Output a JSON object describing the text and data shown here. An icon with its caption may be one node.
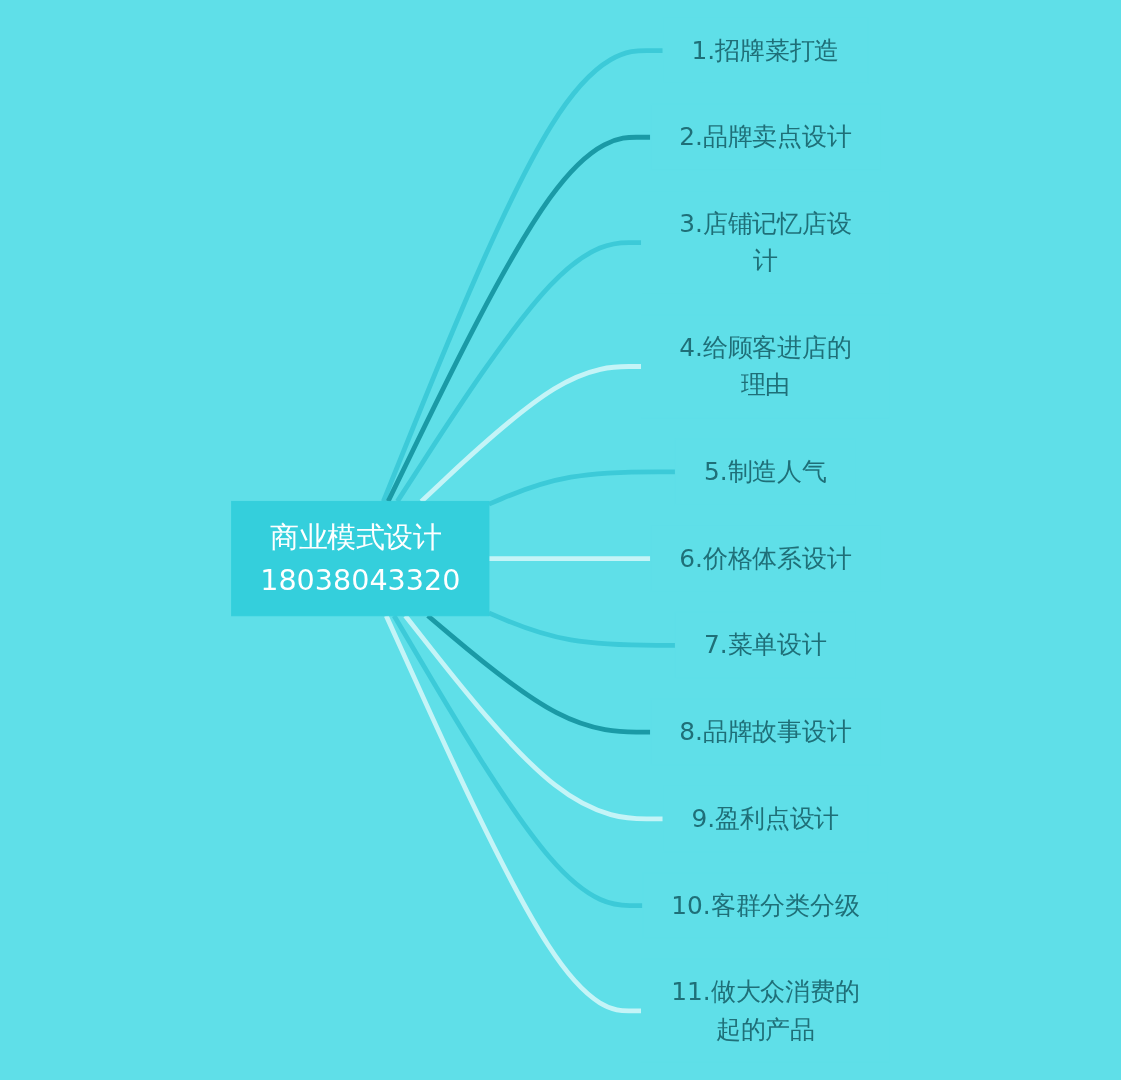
{
  "diagram": {
    "nodes": [
      {
        "text": [
          "商业模式设计 18038043320"
        ]
      },
      {
        "text": [
          "1.招牌菜打造"
        ]
      },
      {
        "text": [
          "2.品牌卖点设计"
        ]
      },
      {
        "text": [
          "3.店铺记忆店设计"
        ]
      },
      {
        "text": [
          "4.给顾客进店的理由"
        ]
      },
      {
        "text": [
          "5.制造人气"
        ]
      },
      {
        "text": [
          "6.价格体系设计"
        ]
      },
      {
        "text": [
          "7.菜单设计"
        ]
      },
      {
        "text": [
          "8.品牌故事设计"
        ]
      },
      {
        "text": [
          "9.盈利点设计"
        ]
      },
      {
        "text": [
          "10.客群分类分级"
        ]
      },
      {
        "text": [
          "11.做大众消费的起的产品"
        ]
      }
    ],
    "edges": [
      {
        "from": 0,
        "to": 1,
        "arrow": "none"
      },
      {
        "from": 0,
        "to": 2,
        "arrow": "none",
        "color": "#1a9aa6"
      },
      {
        "from": 0,
        "to": 3,
        "arrow": "none"
      },
      {
        "from": 0,
        "to": 4,
        "arrow": "none",
        "color": "#c4f4f7"
      },
      {
        "from": 0,
        "to": 5,
        "arrow": "none"
      },
      {
        "from": 0,
        "to": 6,
        "arrow": "none",
        "color": "#c4f4f7"
      },
      {
        "from": 0,
        "to": 7,
        "arrow": "none"
      },
      {
        "from": 0,
        "to": 8,
        "arrow": "none",
        "color": "#1a9aa6"
      },
      {
        "from": 0,
        "to": 9,
        "arrow": "none",
        "color": "#c4f4f7"
      },
      {
        "from": 0,
        "to": 10,
        "arrow": "none"
      },
      {
        "from": 0,
        "to": 11,
        "arrow": "none",
        "color": "#c4f4f7"
      }
    ]
  }
}
